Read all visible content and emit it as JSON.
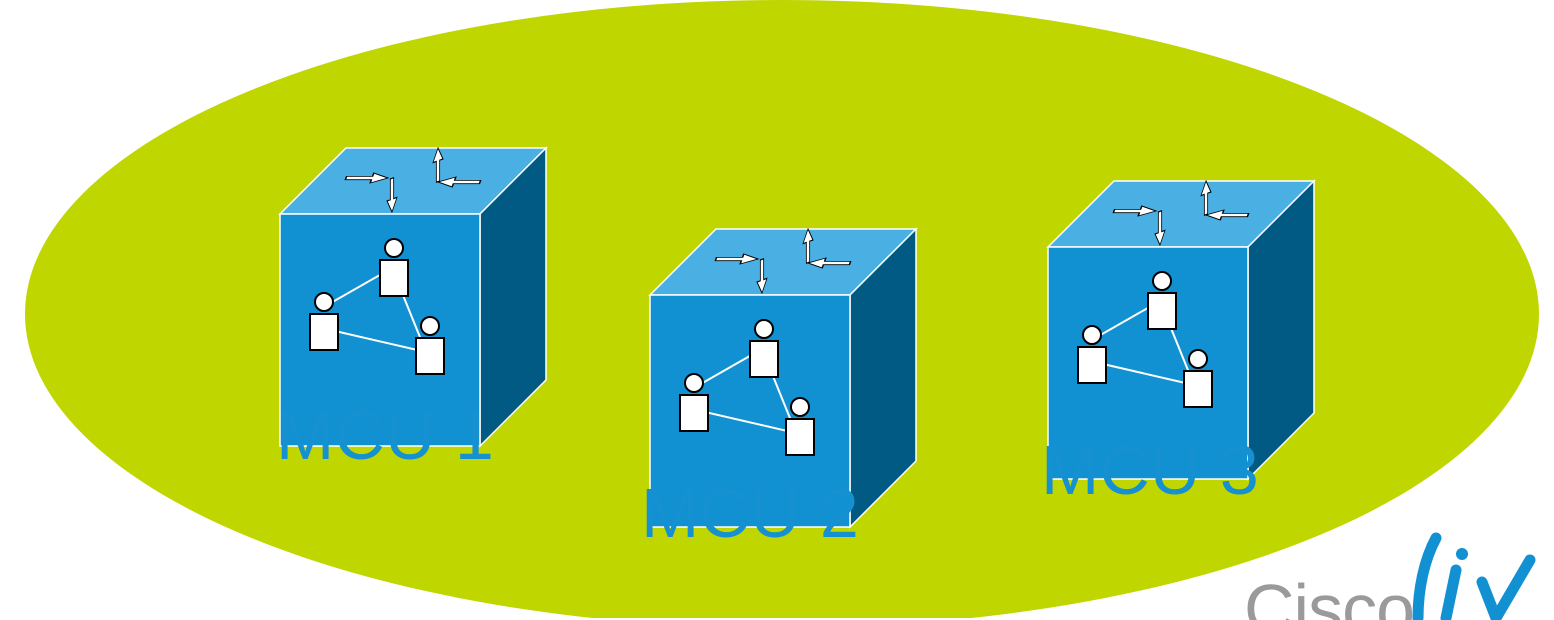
{
  "background_color": "#bfd600",
  "mcu_color": "#1590d0",
  "nodes": [
    {
      "label": "MCU 1",
      "icon": "mcu-conference-icon"
    },
    {
      "label": "MCU 2",
      "icon": "mcu-conference-icon"
    },
    {
      "label": "MCU 3",
      "icon": "mcu-conference-icon"
    }
  ],
  "logo": {
    "text": "Cisco"
  }
}
